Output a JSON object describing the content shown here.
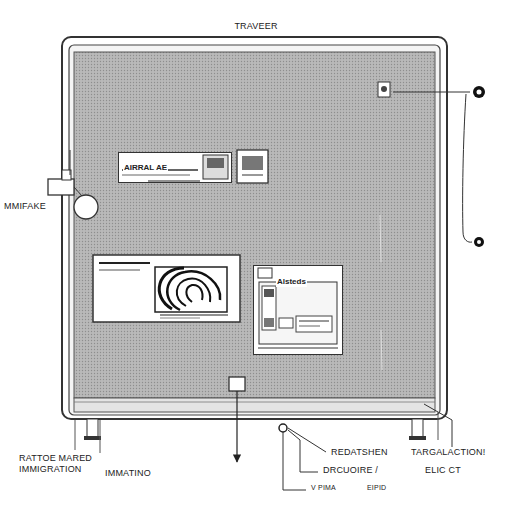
{
  "diagram": {
    "nodes": [
      {
        "text": [
          "AIRRAL AE"
        ]
      },
      {
        "text": [
          "Alsteds"
        ]
      }
    ],
    "labels": [
      "TRAVEER",
      "MMIFAKE",
      "RATTOE MARED IMMIGRATION",
      "IMMATINO",
      "REDATSHEN",
      "DRCUOIRE /",
      "V PIMA",
      "EIPID",
      "TARGALACTION!",
      "ELIC CT"
    ]
  }
}
